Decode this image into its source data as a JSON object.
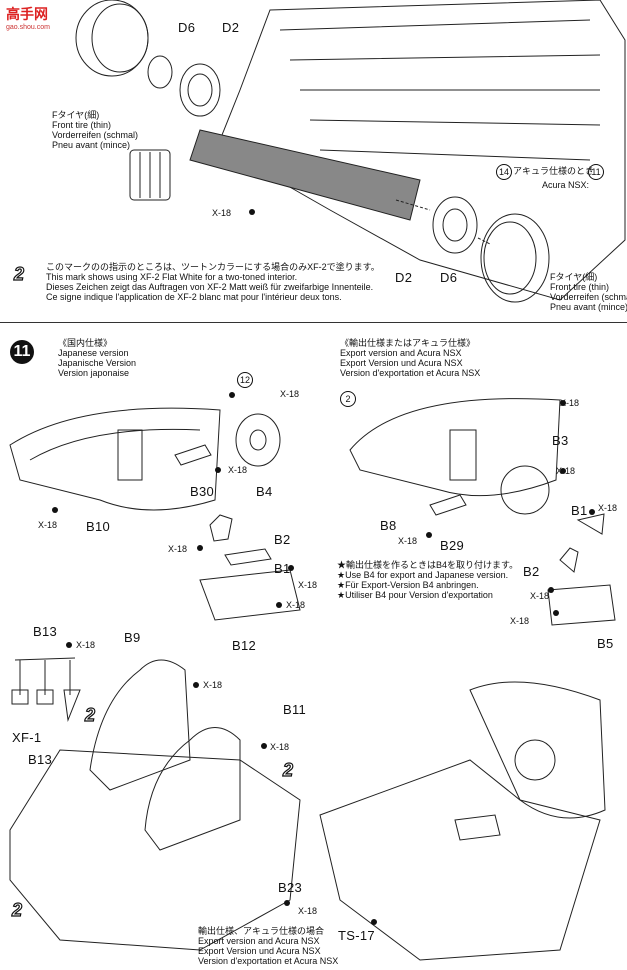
{
  "watermark": {
    "brand": "高手网",
    "url": "gao.shou.com"
  },
  "top": {
    "parts": {
      "d6a": "D6",
      "d2a": "D2",
      "d2b": "D2",
      "d6b": "D6",
      "x18": "X-18"
    },
    "front_tire_left": [
      "Fタイヤ(細)",
      "Front tire (thin)",
      "Vorderreifen (schmal)",
      "Pneu avant (mince)"
    ],
    "front_tire_right": [
      "Fタイヤ(細)",
      "Front tire (thin)",
      "Vorderreifen (schmal)",
      "Pneu avant (mince)"
    ],
    "acura_note": {
      "num1": "14",
      "jp": "アキュラ仕様のとき",
      "num2": "11",
      "en": "Acura NSX:"
    },
    "two_tone_note": [
      "このマークのの指示のところは、ツートンカラーにする場合のみXF-2で塗ります。",
      "This mark shows using XF-2 Flat White for a two-toned interior.",
      "Dieses Zeichen zeigt das Auftragen von XF-2 Matt weiß für zweifarbige Innenteile.",
      "Ce signe indique l'application de XF-2 blanc mat pour l'intérieur deux tons."
    ]
  },
  "step11": {
    "number": "11",
    "japanese_version": [
      "《国内仕様》",
      "Japanese version",
      "Japanische Version",
      "Version japonaise"
    ],
    "export_version": [
      "《輸出仕様またはアキュラ仕様》",
      "Export version and Acura NSX",
      "Export Version und Acura NSX",
      "Version d'exportation et Acura NSX"
    ],
    "left_parts": {
      "ref12": "12",
      "x18a": "X-18",
      "x18b": "X-18",
      "x18c": "X-18",
      "x18d": "X-18",
      "x18e": "X-18",
      "x18f": "X-18",
      "b10": "B10",
      "b30": "B30",
      "b4": "B4",
      "b2": "B2",
      "b1": "B1",
      "b12": "B12"
    },
    "right_parts": {
      "ref2": "2",
      "x18a": "X-18",
      "x18b": "X-18",
      "x18c": "X-18",
      "x18d": "X-18",
      "x18e": "X-18",
      "x18f": "X-18",
      "b3": "B3",
      "b8": "B8",
      "b29": "B29",
      "b1": "B1",
      "b2": "B2",
      "b5": "B5"
    },
    "b4_note": [
      "★輸出仕様を作るときはB4を取り付けます。",
      "★Use B4 for export and Japanese version.",
      "★Für Export-Version B4 anbringen.",
      "★Utiliser B4 pour Version d'exportation"
    ],
    "bottom_parts": {
      "b13a": "B13",
      "b9": "B9",
      "x18a": "X-18",
      "x18b": "X-18",
      "x18c": "X-18",
      "xf1": "XF-1",
      "b11": "B11",
      "b13b": "B13",
      "b23": "B23",
      "ts17": "TS-17"
    },
    "export_seat_note": [
      "輸出仕様、アキュラ仕様の場合",
      "Export version and Acura NSX",
      "Export Version und Acura NSX",
      "Version d'exportation et Acura NSX"
    ]
  }
}
